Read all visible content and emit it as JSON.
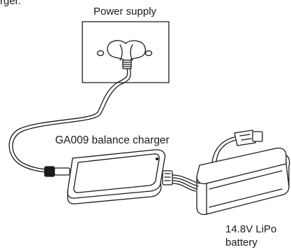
{
  "caption_fragment": "rger.",
  "power_supply": {
    "label": "Power supply"
  },
  "charger": {
    "label": "GA009 balance charger"
  },
  "battery": {
    "label_line1": "14.8V LiPo",
    "label_line2": "battery"
  }
}
